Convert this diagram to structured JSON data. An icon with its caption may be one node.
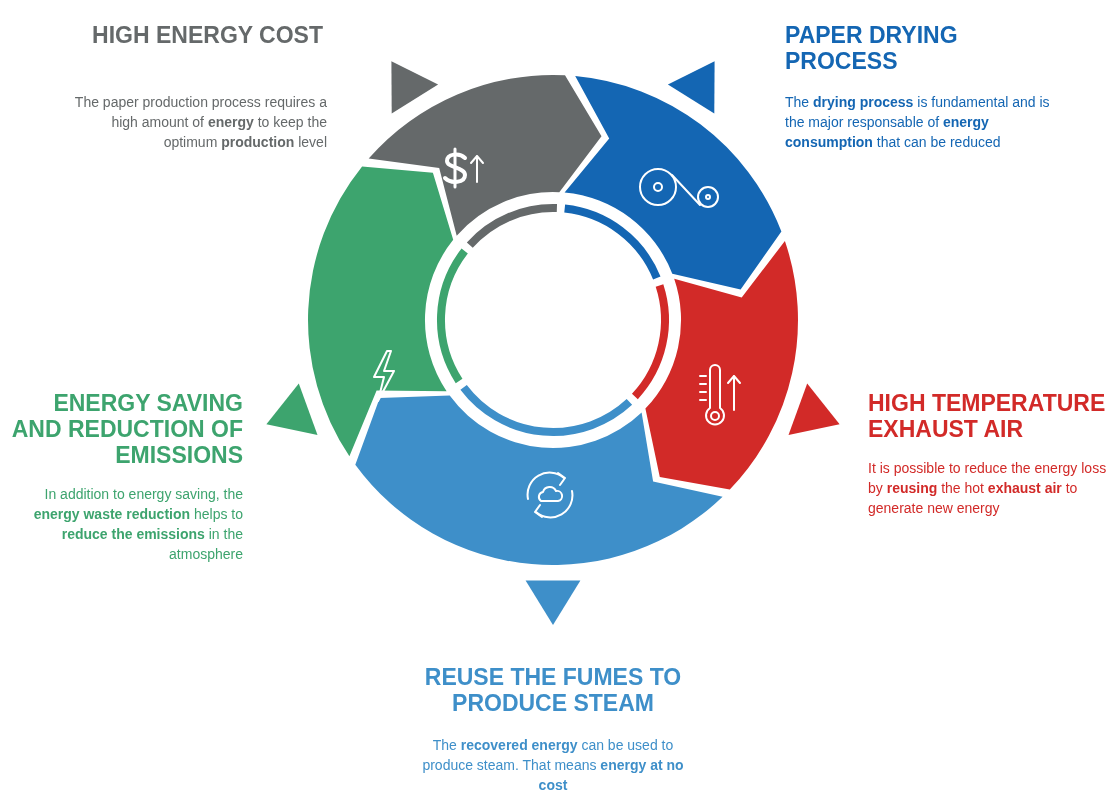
{
  "diagram": {
    "labels": [
      "HIGH ENERGY COST",
      "The paper production process requires a high amount of **energy** to keep the optimum **production** level",
      "PAPER DRYING PROCESS",
      "The **drying process** is fundamental and is the major responsable of **energy consumption** that can be reduced",
      "ENERGY SAVING AND REDUCTION OF EMISSIONS",
      "In addition to energy saving, the **energy waste reduction** helps to **reduce the emissions** in the atmosphere",
      "HIGH TEMPERATURE EXHAUST AIR",
      "It is possible to reduce the energy loss by **reusing** the hot **exhaust air** to generate new energy",
      "REUSE THE FUMES TO PRODUCE STEAM",
      "The **recovered energy** can be used to produce steam. That means **energy at no cost**"
    ]
  }
}
